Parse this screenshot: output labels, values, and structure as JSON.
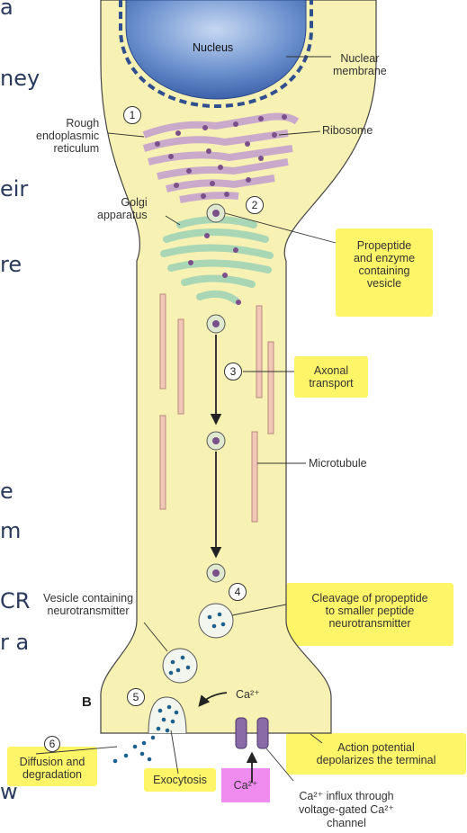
{
  "background_text": [
    "a",
    "ney",
    "eir",
    "re",
    "e",
    "m",
    "CR",
    "r a",
    "w"
  ],
  "labels": {
    "nucleus": "Nucleus",
    "nuclear_membrane": "Nuclear\nmembrane",
    "rough_er": "Rough\nendoplasmic\nreticulum",
    "ribosome": "Ribosome",
    "golgi": "Golgi\napparatus",
    "propeptide_vesicle": "Propeptide\nand enzyme\ncontaining\nvesicle",
    "axonal_transport": "Axonal\ntransport",
    "microtubule": "Microtubule",
    "vesicle_containing": "Vesicle containing\nneurotransmitter",
    "cleavage": "Cleavage of propeptide\nto smaller peptide\nneurotransmitter",
    "panel": "B",
    "ca_top": "Ca²⁺",
    "diffusion": "Diffusion and\ndegradation",
    "exocytosis": "Exocytosis",
    "ca_channel": "Ca²⁺",
    "action_potential": "Action potential\ndepolarizes the terminal",
    "ca_influx": "Ca²⁺ influx through\nvoltage-gated Ca²⁺\nchannel"
  },
  "step_numbers": [
    "1",
    "2",
    "3",
    "4",
    "5",
    "6"
  ],
  "colors": {
    "cell_fill": "#f8f1b4",
    "nucleus": "#5b82c6",
    "highlight": "#fff34d",
    "pink_highlight": "#f08cf0",
    "er": "#c9aacb",
    "golgi": "#a9d6b4",
    "microtubule": "#f2c7b8"
  }
}
